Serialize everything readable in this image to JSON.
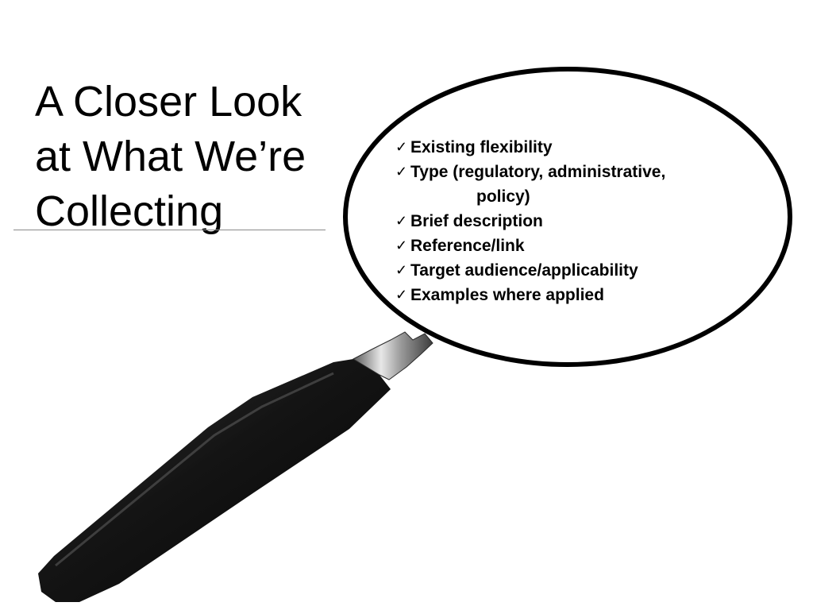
{
  "slide": {
    "title": "A Closer Look at What We’re Collecting",
    "check_glyph": "✓",
    "items": [
      {
        "text": "Existing flexibility"
      },
      {
        "text": "Type (regulatory, administrative,",
        "continuation": "policy)"
      },
      {
        "text": "Brief description"
      },
      {
        "text": "Reference/link"
      },
      {
        "text": "Target audience/applicability"
      },
      {
        "text": "Examples where applied"
      }
    ]
  },
  "illustration": {
    "icon": "magnifying-glass-icon",
    "colors": {
      "lens_rim": "#000000",
      "handle": "#161616",
      "ferrule": "#9c9c9c",
      "lens_fill": "#ffffff"
    }
  }
}
